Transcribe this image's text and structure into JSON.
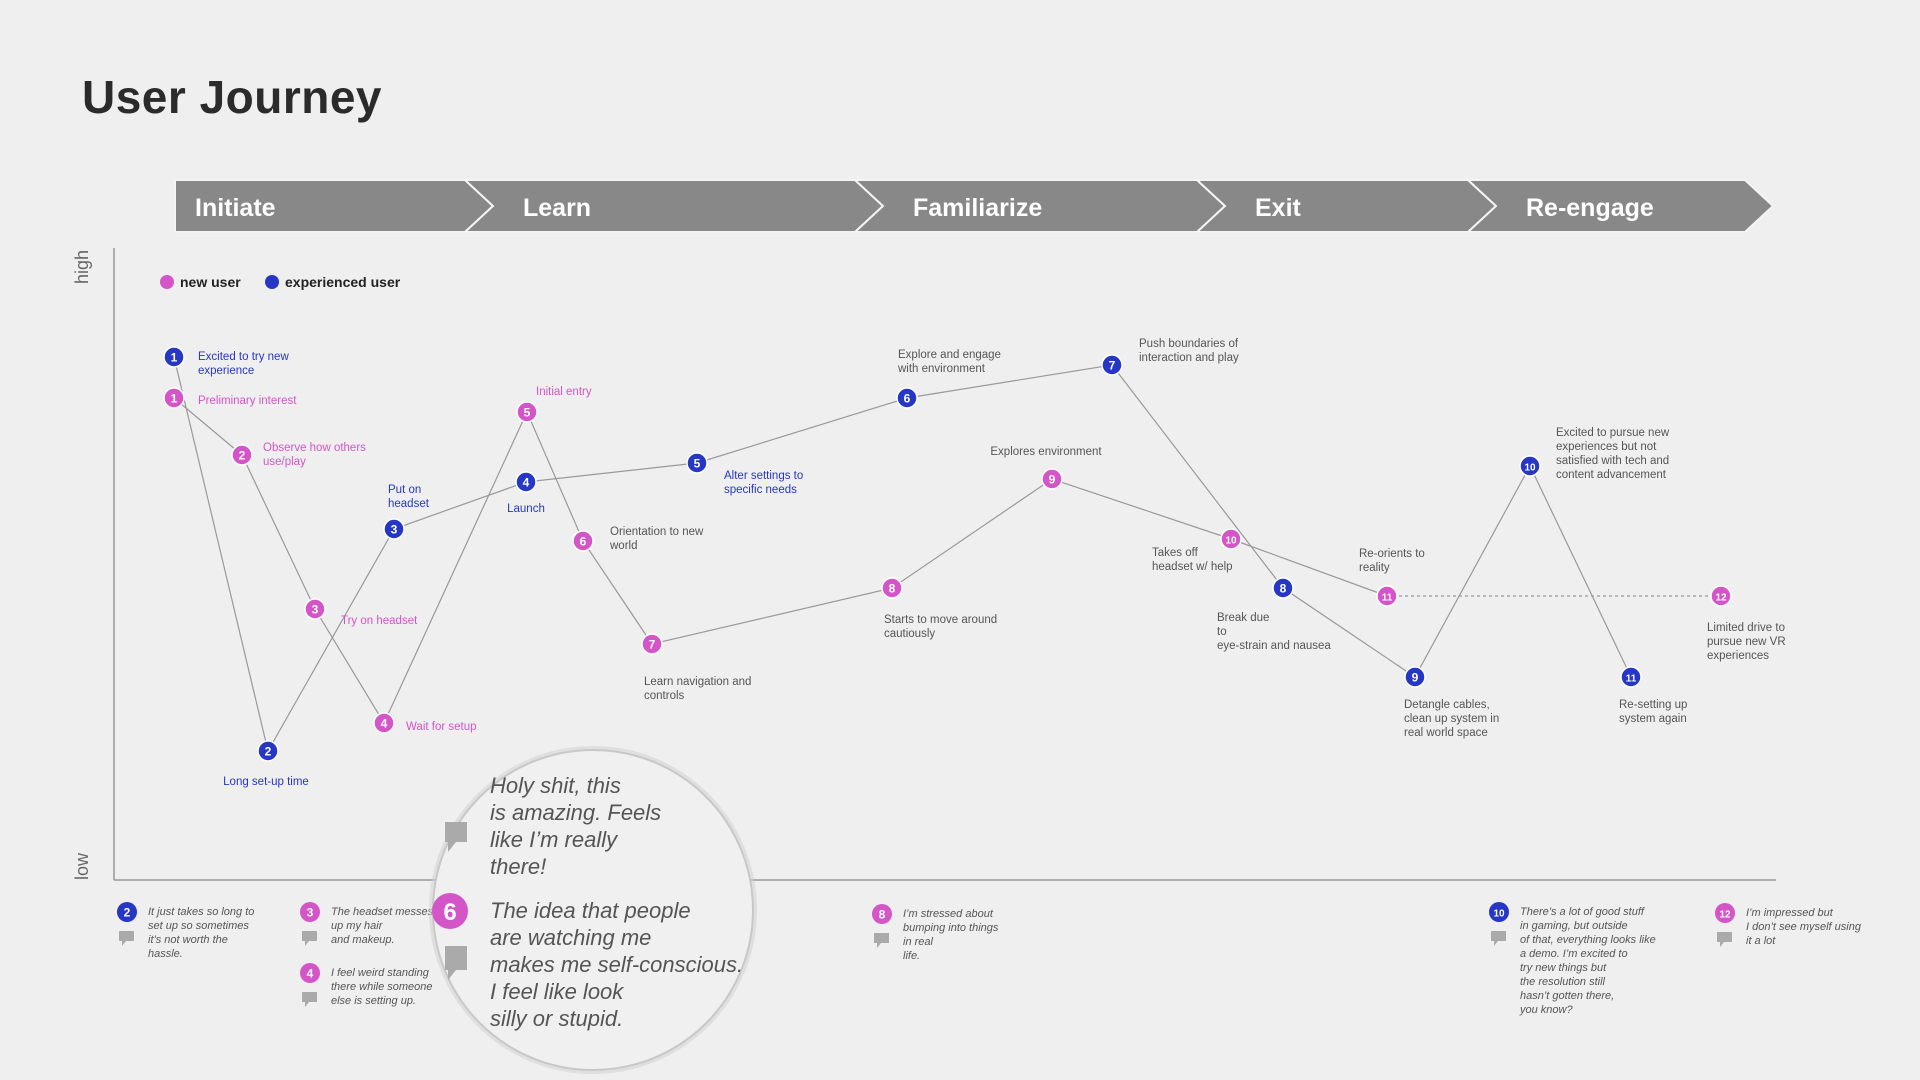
{
  "title": "User Journey",
  "colors": {
    "new_user": "#d455c8",
    "experienced_user": "#2537c4",
    "stage_fill": "#888888",
    "line": "#999999",
    "axis": "#999999"
  },
  "stages": [
    "Initiate",
    "Learn",
    "Familiarize",
    "Exit",
    "Re-engage"
  ],
  "axis": {
    "high": "high",
    "low": "low"
  },
  "legend": {
    "new_user": "new user",
    "experienced_user": "experienced user"
  },
  "new_user_points": [
    {
      "n": "1",
      "label": "Preliminary interest"
    },
    {
      "n": "2",
      "label": "Observe how others use/play"
    },
    {
      "n": "3",
      "label": "Try on headset"
    },
    {
      "n": "4",
      "label": "Wait for setup"
    },
    {
      "n": "5",
      "label": "Initial entry"
    },
    {
      "n": "6",
      "label": "Orientation to new world"
    },
    {
      "n": "7",
      "label": "Learn navigation and controls"
    },
    {
      "n": "8",
      "label": "Starts to move around cautiously"
    },
    {
      "n": "9",
      "label": "Explores environment"
    },
    {
      "n": "10",
      "label": "Takes off headset w/ help"
    },
    {
      "n": "11",
      "label": "Re-orients to reality"
    },
    {
      "n": "12",
      "label": "Limited drive to pursue new VR experiences"
    }
  ],
  "experienced_user_points": [
    {
      "n": "1",
      "label": "Excited to try new experience"
    },
    {
      "n": "2",
      "label": "Long set-up time"
    },
    {
      "n": "3",
      "label": "Put on headset"
    },
    {
      "n": "4",
      "label": "Launch"
    },
    {
      "n": "5",
      "label": "Alter settings to specific needs"
    },
    {
      "n": "6",
      "label": "Explore and engage with environment"
    },
    {
      "n": "7",
      "label": "Push boundaries of interaction and play"
    },
    {
      "n": "8",
      "label": "Break due to eye-strain and nausea"
    },
    {
      "n": "9",
      "label": "Detangle cables, clean up system in real world space"
    },
    {
      "n": "10",
      "label": "Excited to pursue new experiences but not satisfied with tech and content advancement"
    },
    {
      "n": "11",
      "label": "Re-setting up system again"
    }
  ],
  "quotes": [
    {
      "n": "2",
      "user": "experienced",
      "text": "It just takes so long to set up so sometimes it’s not worth the hassle."
    },
    {
      "n": "3",
      "user": "new",
      "text": "The headset messes up my hair and makeup."
    },
    {
      "n": "4",
      "user": "new",
      "text": "I feel weird standing there while someone else is setting up."
    },
    {
      "n": "8",
      "user": "new",
      "text": "I’m stressed about bumping into things in real life."
    },
    {
      "n": "10",
      "user": "experienced",
      "text": "There’s a lot of good stuff in gaming, but outside of that, everything looks like a demo. I’m excited to try new things but the resolution still hasn’t gotten there, you know?"
    },
    {
      "n": "12",
      "user": "new",
      "text": "I’m impressed but I don’t see myself using it a lot"
    }
  ],
  "callout": {
    "quote_top": "Holy shit, this is amazing. Feels like I’m really there!",
    "number": "6",
    "quote_main": "The idea that people are watching me makes me self-conscious. I feel like look silly or stupid."
  }
}
